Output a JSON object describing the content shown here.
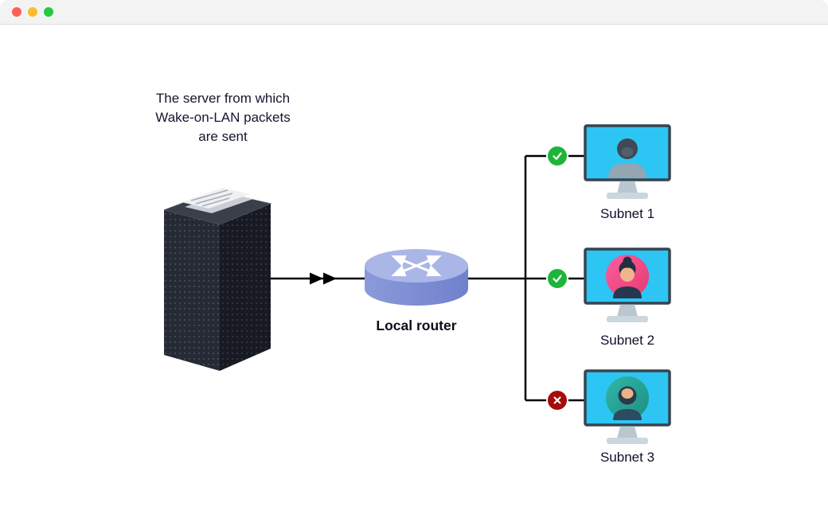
{
  "window": {
    "controls": [
      {
        "name": "close",
        "color": "#ff5f57"
      },
      {
        "name": "minimize",
        "color": "#febc2e"
      },
      {
        "name": "maximize",
        "color": "#28c840"
      }
    ]
  },
  "diagram": {
    "server": {
      "caption": "The server from which\nWake-on-LAN packets\nare sent"
    },
    "router": {
      "label": "Local router"
    },
    "subnets": [
      {
        "label": "Subnet 1",
        "status": "ok",
        "status_icon": "check-icon"
      },
      {
        "label": "Subnet 2",
        "status": "ok",
        "status_icon": "check-icon"
      },
      {
        "label": "Subnet 3",
        "status": "fail",
        "status_icon": "cross-icon"
      }
    ],
    "colors": {
      "status_ok": "#1db53a",
      "status_fail": "#a60c0c",
      "monitor_screen": "#2cc5f4",
      "router_top": "#aab6e6",
      "router_body": "#7d8fd3",
      "connector_line": "#000000"
    }
  }
}
